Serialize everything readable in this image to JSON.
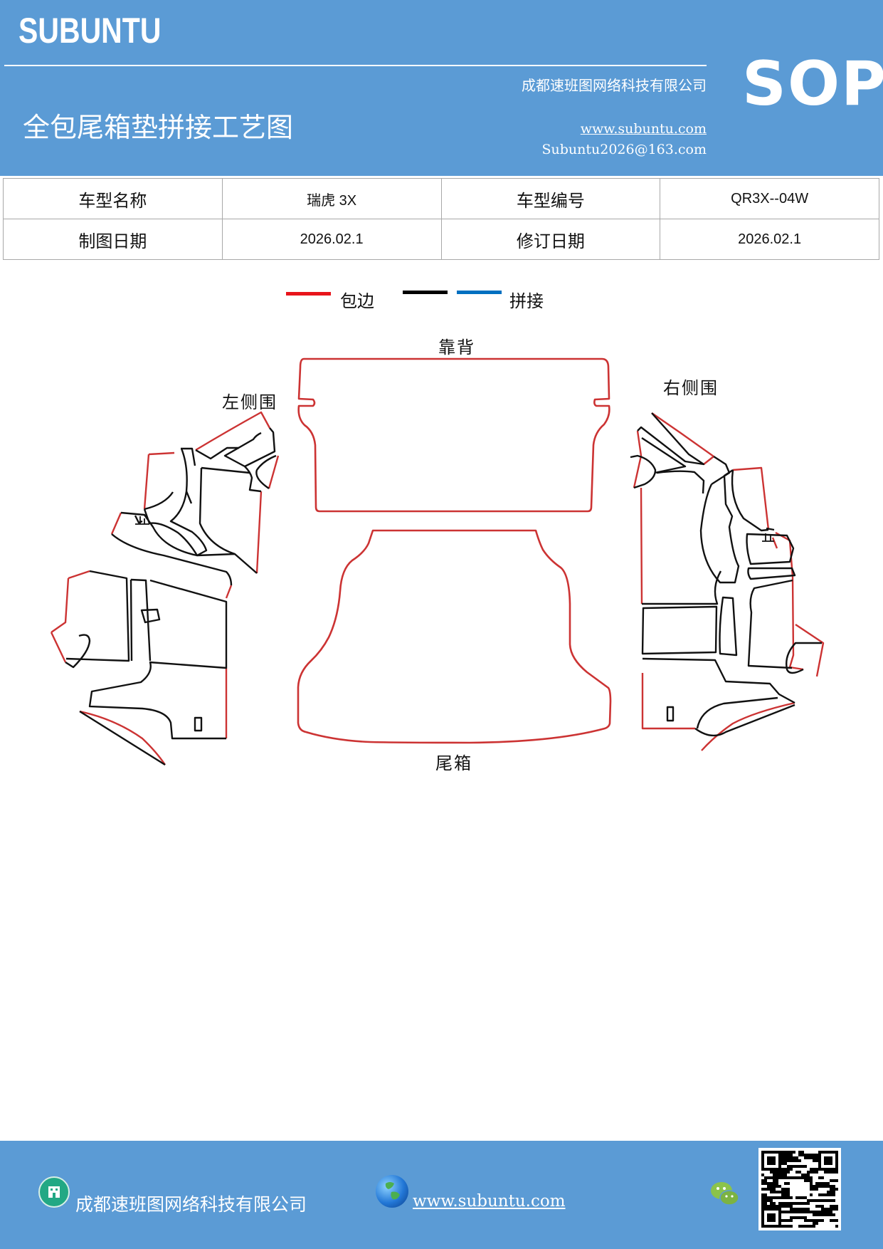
{
  "header": {
    "brand": "SUBUNTU",
    "company": "成都速班图网络科技有限公司",
    "sop": "SOP",
    "title": "全包尾箱垫拼接工艺图",
    "website": "www.subuntu.com",
    "email": "Subuntu2026@163.com"
  },
  "info_table": {
    "row1": {
      "k1": "车型名称",
      "v1": "瑞虎 3X",
      "k2": "车型编号",
      "v2": "QR3X--04W"
    },
    "row2": {
      "k1": "制图日期",
      "v1": "2026.02.1",
      "k2": "修订日期",
      "v2": "2026.02.1"
    }
  },
  "legend": {
    "items": [
      {
        "label": "包边",
        "color": "#e8141b"
      },
      {
        "label": "",
        "color": "#000000"
      },
      {
        "label": "拼接",
        "color": "#0070c0"
      }
    ]
  },
  "diagram": {
    "labels": {
      "back": "靠背",
      "left": "左侧围",
      "right": "右侧围",
      "trunk": "尾箱"
    },
    "colors": {
      "edge": "#cc3333",
      "seam": "#111111"
    }
  },
  "footer": {
    "company": "成都速班图网络科技有限公司",
    "website": "www.subuntu.com"
  }
}
